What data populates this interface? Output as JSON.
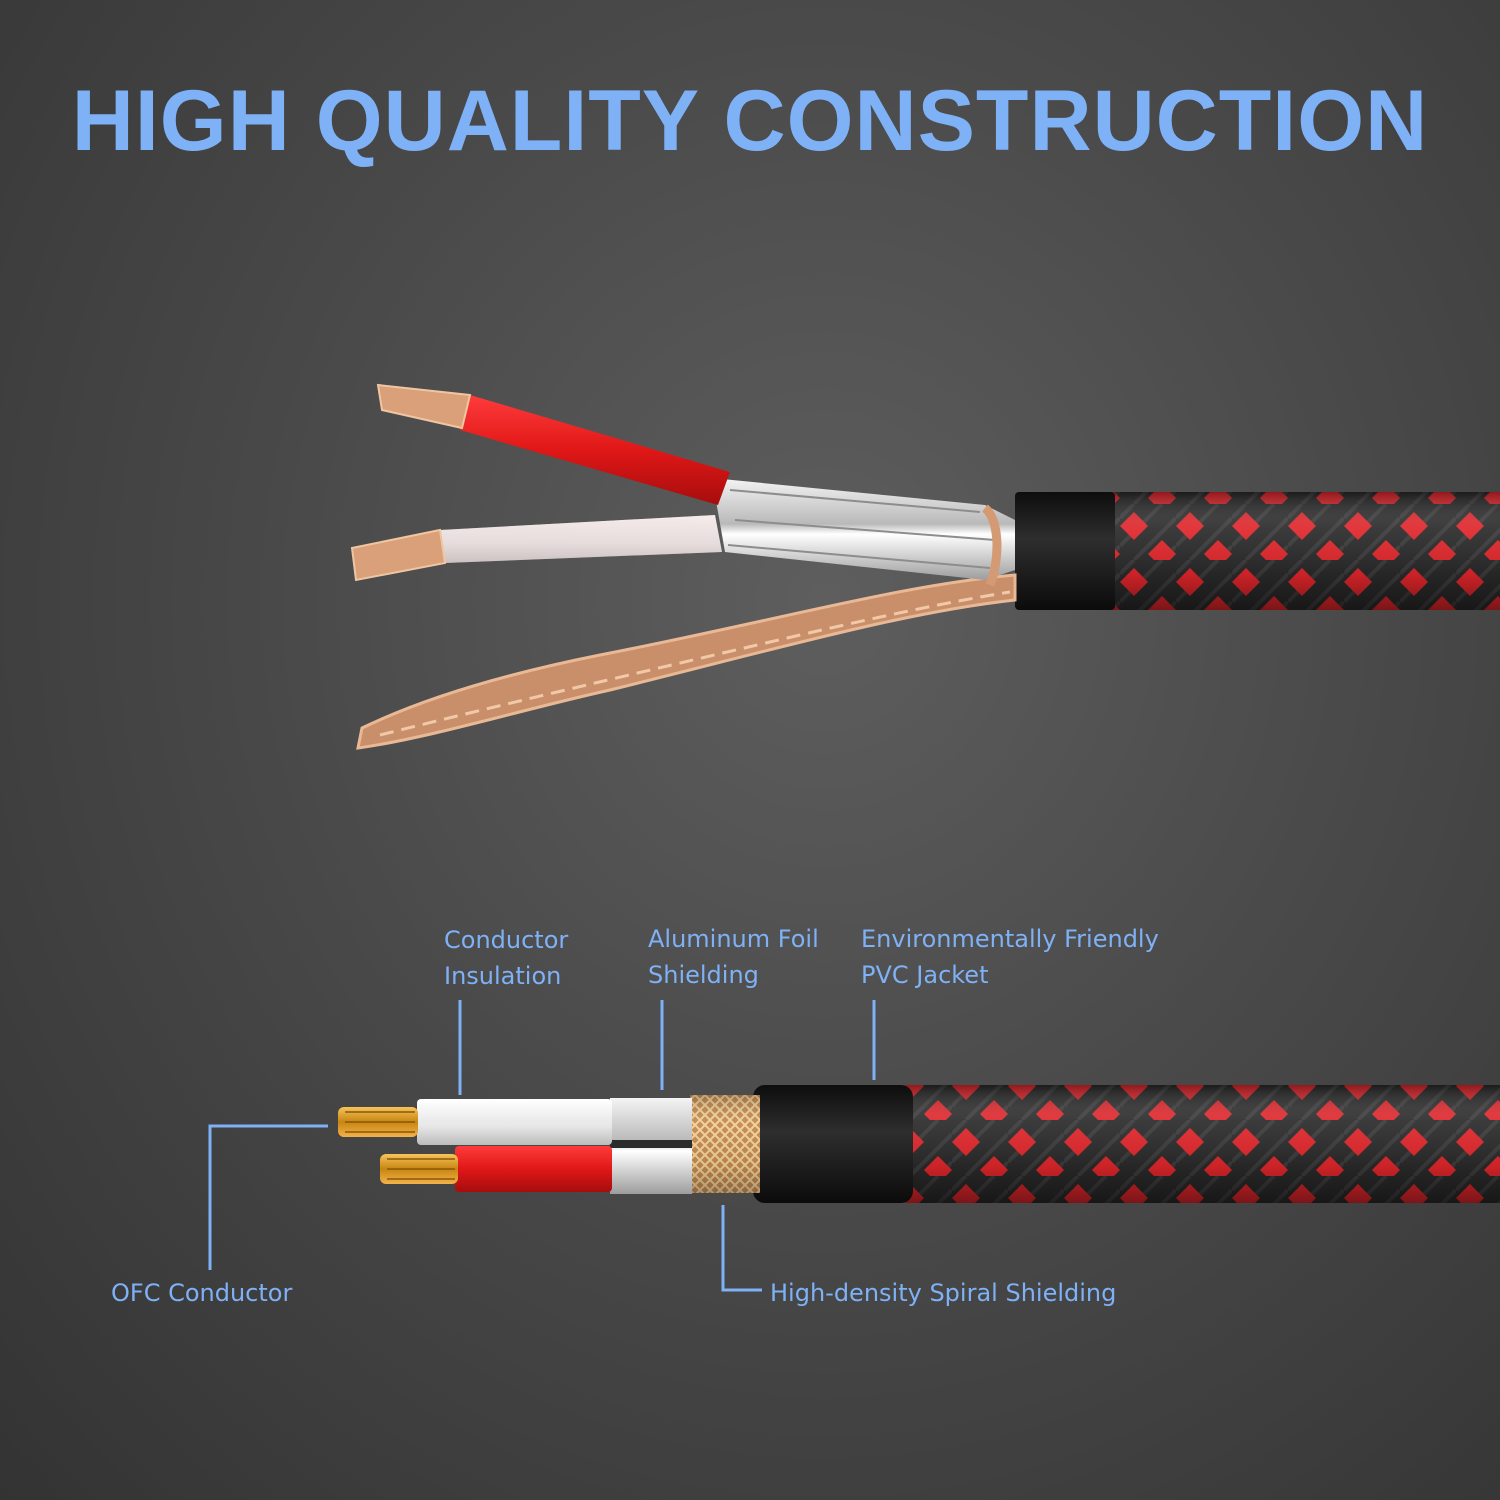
{
  "title": "HIGH QUALITY CONSTRUCTION",
  "colors": {
    "accent": "#7eb1f5",
    "jacket_red": "#e0262b",
    "jacket_black": "#1c1c1c",
    "copper": "#d9a07a",
    "foil": "#d8d8d8"
  },
  "labels": {
    "conductor_insulation": [
      "Conductor",
      "Insulation"
    ],
    "aluminum_foil_shielding": [
      "Aluminum Foil",
      "Shielding"
    ],
    "pvc_jacket": [
      "Environmentally Friendly",
      "PVC Jacket"
    ],
    "ofc_conductor": "OFC Conductor",
    "spiral_shielding": "High-density Spiral Shielding"
  }
}
